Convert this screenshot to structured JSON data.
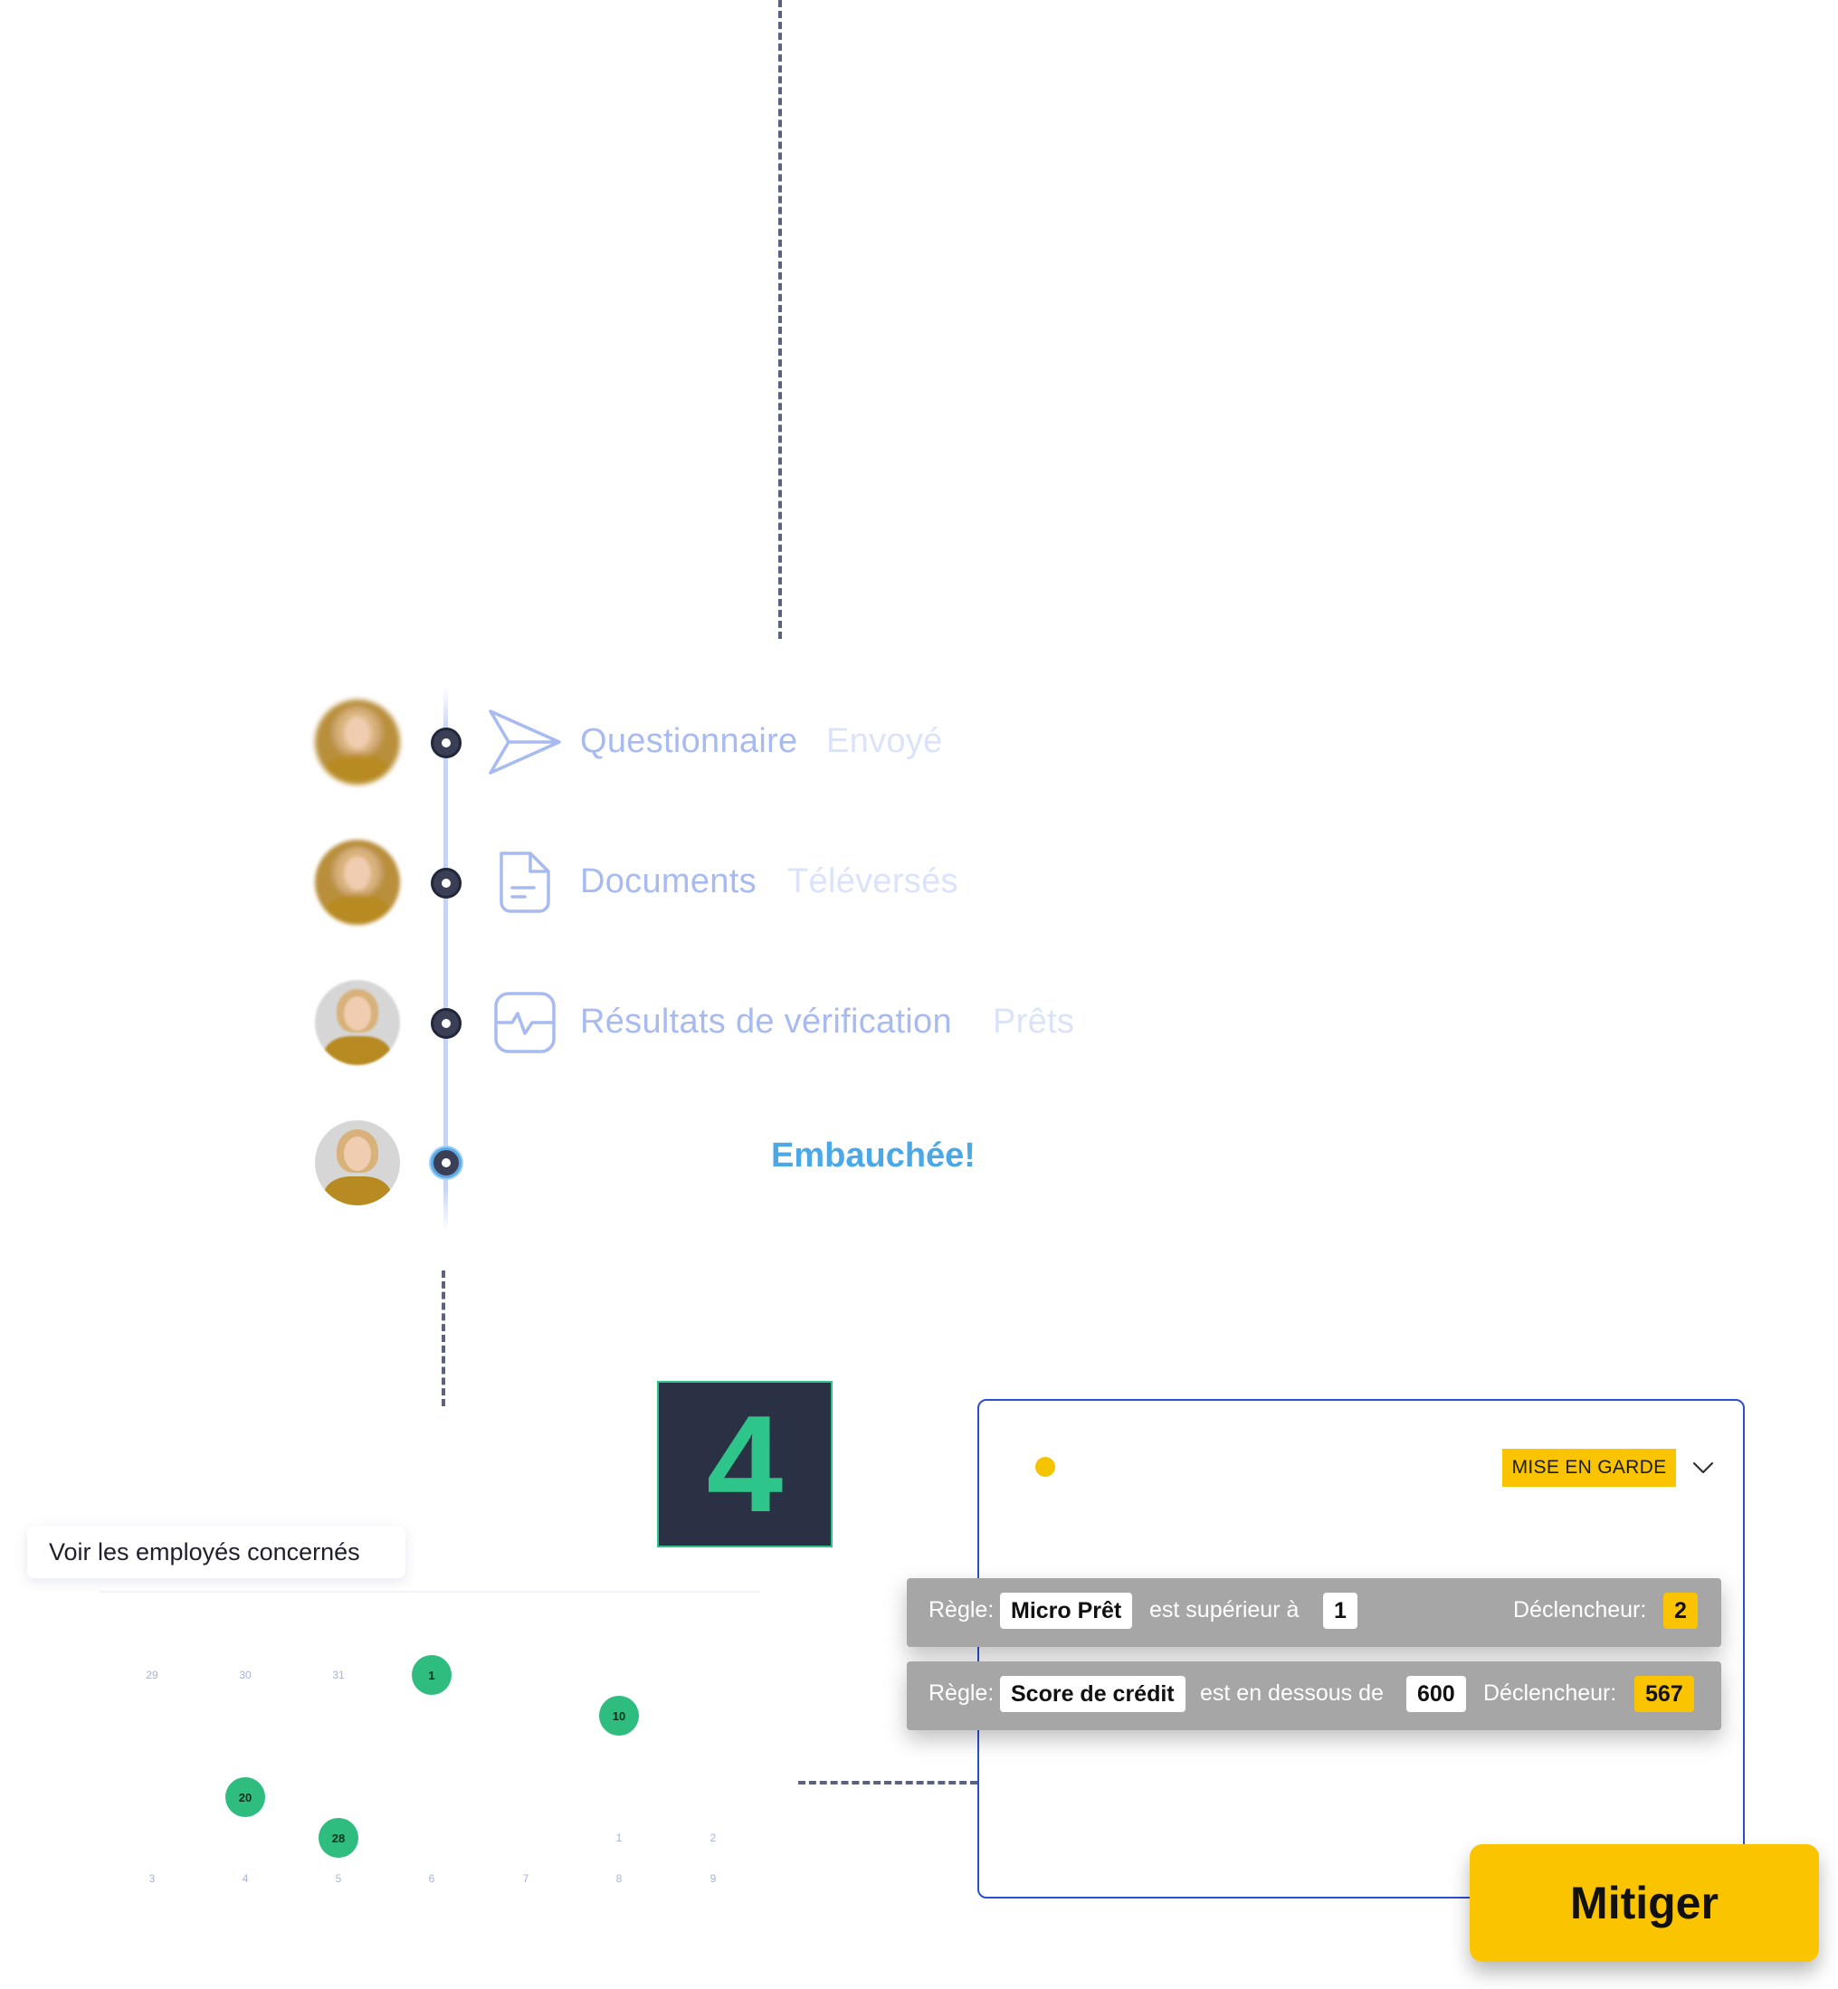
{
  "timeline": {
    "steps": [
      {
        "title": "Questionnaire",
        "status": "Envoyé",
        "icon": "send-icon"
      },
      {
        "title": "Documents",
        "status": "Téléversés",
        "icon": "document-icon"
      },
      {
        "title": "Résultats de vérification",
        "status": "Prêts",
        "icon": "activity-icon"
      }
    ],
    "final": "Embauchée!"
  },
  "step_number": "4",
  "employees_button": "Voir les employés concernés",
  "calendar": {
    "cells": [
      "29",
      "30",
      "31",
      "1",
      "10",
      "20",
      "28",
      "1",
      "2",
      "3",
      "4",
      "5",
      "6",
      "7",
      "8",
      "9"
    ]
  },
  "panel": {
    "badge": "MISE EN GARDE",
    "rules": [
      {
        "label": "Règle:",
        "name": "Micro Prêt",
        "op": "est supérieur à",
        "value": "1",
        "trigger_label": "Déclencheur:",
        "trigger": "2"
      },
      {
        "label": "Règle:",
        "name": "Score de crédit",
        "op": "est en dessous de",
        "value": "600",
        "trigger_label": "Déclencheur:",
        "trigger": "567"
      }
    ],
    "action": "Mitiger"
  },
  "colors": {
    "accent_green": "#2ec58a",
    "warning_yellow": "#fac400",
    "panel_border": "#2a4fd0",
    "timeline_text": "#a8bbf0"
  }
}
